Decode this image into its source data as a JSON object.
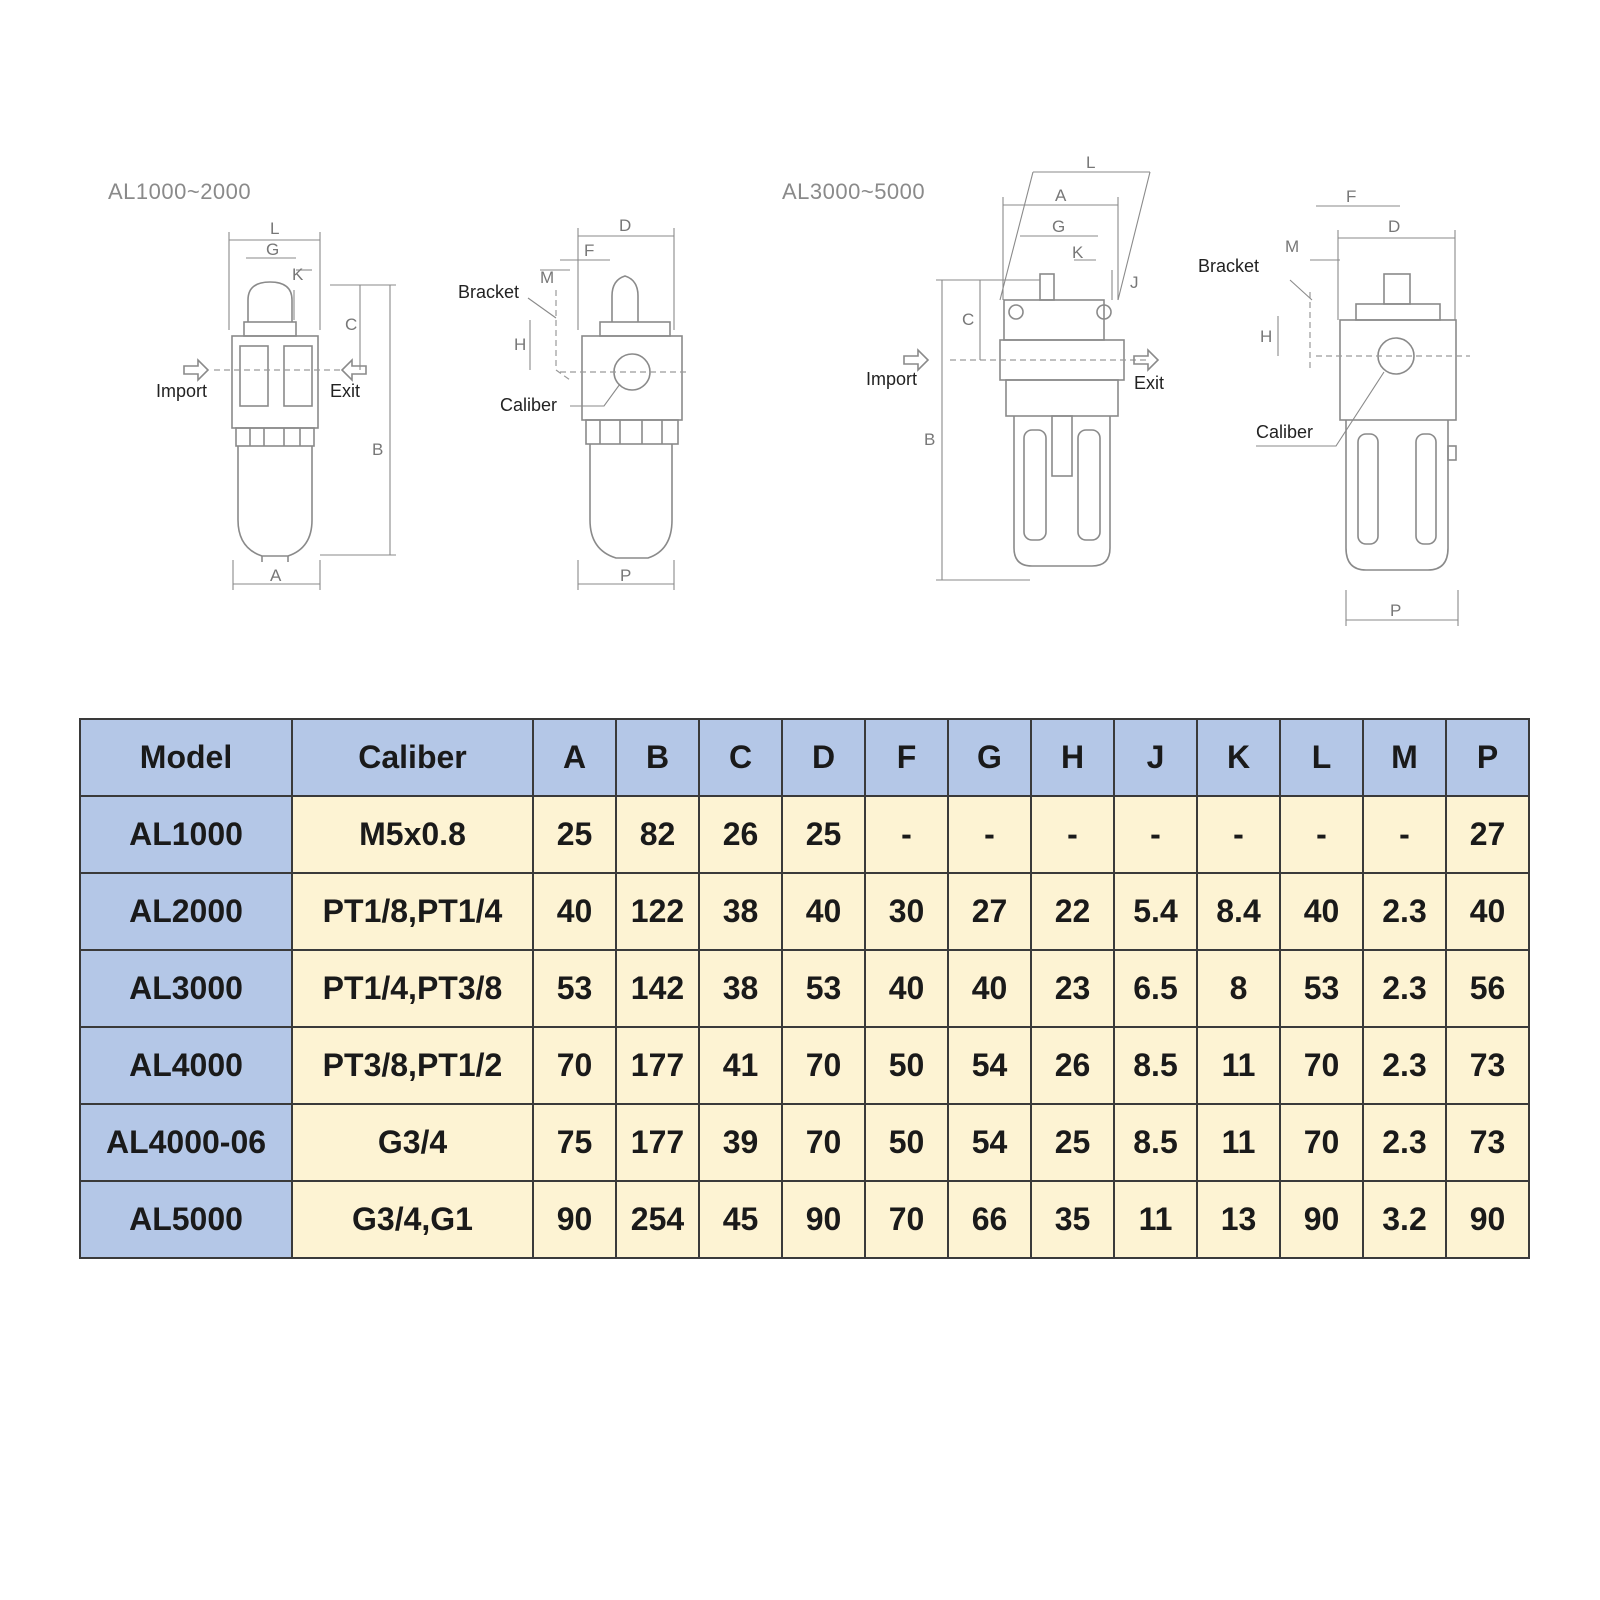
{
  "drawings": {
    "series_small": "AL1000~2000",
    "series_large": "AL3000~5000",
    "callouts": {
      "import": "Import",
      "exit": "Exit",
      "bracket": "Bracket",
      "caliber": "Caliber"
    },
    "dims": {
      "A": "A",
      "B": "B",
      "C": "C",
      "D": "D",
      "F": "F",
      "G": "G",
      "H": "H",
      "J": "J",
      "K": "K",
      "L": "L",
      "M": "M",
      "P": "P"
    }
  },
  "table": {
    "headers": [
      "Model",
      "Caliber",
      "A",
      "B",
      "C",
      "D",
      "F",
      "G",
      "H",
      "J",
      "K",
      "L",
      "M",
      "P"
    ],
    "rows": [
      [
        "AL1000",
        "M5x0.8",
        "25",
        "82",
        "26",
        "25",
        "-",
        "-",
        "-",
        "-",
        "-",
        "-",
        "-",
        "27"
      ],
      [
        "AL2000",
        "PT1/8,PT1/4",
        "40",
        "122",
        "38",
        "40",
        "30",
        "27",
        "22",
        "5.4",
        "8.4",
        "40",
        "2.3",
        "40"
      ],
      [
        "AL3000",
        "PT1/4,PT3/8",
        "53",
        "142",
        "38",
        "53",
        "40",
        "40",
        "23",
        "6.5",
        "8",
        "53",
        "2.3",
        "56"
      ],
      [
        "AL4000",
        "PT3/8,PT1/2",
        "70",
        "177",
        "41",
        "70",
        "50",
        "54",
        "26",
        "8.5",
        "11",
        "70",
        "2.3",
        "73"
      ],
      [
        "AL4000-06",
        "G3/4",
        "75",
        "177",
        "39",
        "70",
        "50",
        "54",
        "25",
        "8.5",
        "11",
        "70",
        "2.3",
        "73"
      ],
      [
        "AL5000",
        "G3/4,G1",
        "90",
        "254",
        "45",
        "90",
        "70",
        "66",
        "35",
        "11",
        "13",
        "90",
        "3.2",
        "90"
      ]
    ]
  },
  "colors": {
    "header_fill": "#b4c7e7",
    "model_fill": "#b4c7e7",
    "value_fill": "#fdf3d3",
    "border": "#3a3a3a",
    "drawing_line": "#8a8a8a"
  }
}
